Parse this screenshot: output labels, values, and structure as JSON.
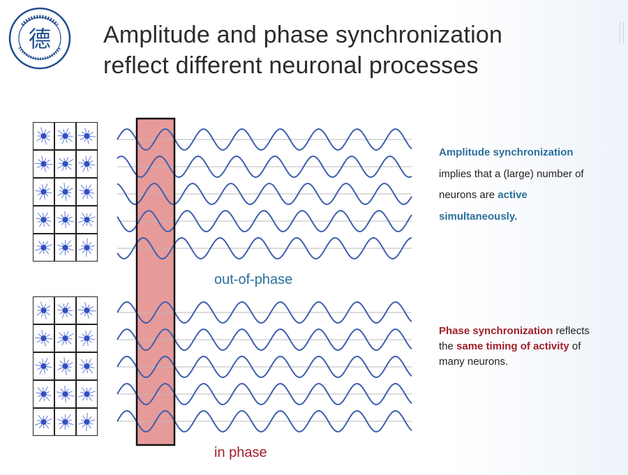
{
  "slide": {
    "title_line1": "Amplitude and phase synchronization",
    "title_line2": "reflect different neuronal processes",
    "logo": {
      "name": "university-logo",
      "glyph": "德",
      "color": "#1f4c8f"
    },
    "labels": {
      "out_of_phase": "out-of-phase",
      "in_phase": "in phase"
    },
    "amplitude_text": {
      "line1": "Amplitude synchronization",
      "line2": "implies that a (large) number of",
      "line3_plain": "neurons are",
      "line3_highlight": "active",
      "line4": "simultaneously."
    },
    "phase_text": {
      "highlight1": "Phase synchronization",
      "plain1": "reflects",
      "plain2": "the",
      "highlight2": "same timing of activity",
      "plain3": "of",
      "plain4": "many neurons."
    },
    "colors": {
      "wave": "#3d5fae",
      "highlight_box": "#e79a9a",
      "blue_text": "#2a6f9b",
      "red_text": "#a0202a",
      "neuron": "#2f4fc4"
    },
    "cell_grid": {
      "rows": 5,
      "cols": 3
    }
  }
}
